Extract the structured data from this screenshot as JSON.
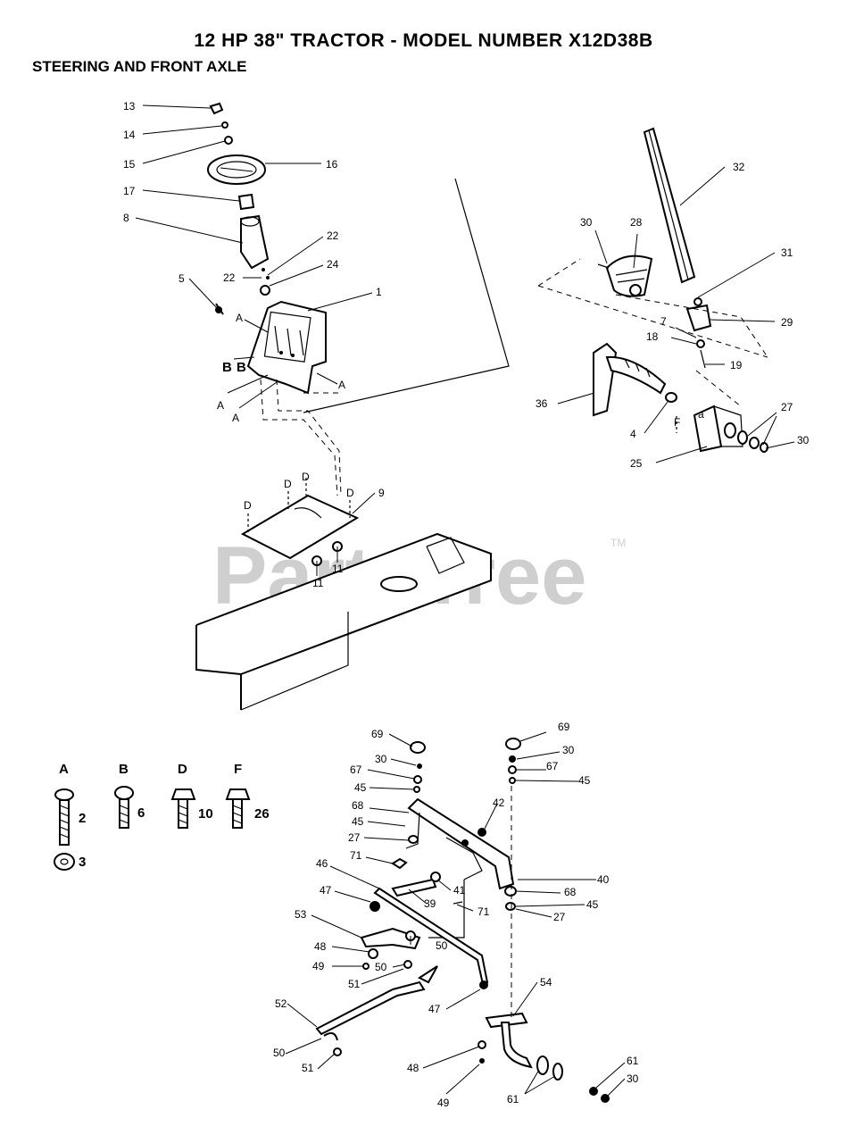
{
  "header": {
    "title": "12 HP 38\" TRACTOR - MODEL NUMBER X12D38B",
    "subtitle": "STEERING AND FRONT AXLE"
  },
  "watermark": {
    "text": "PartsTree",
    "tm": "TM"
  },
  "callouts": {
    "c13": "13",
    "c14": "14",
    "c15": "15",
    "c16": "16",
    "c17": "17",
    "c8": "8",
    "c22a": "22",
    "c22b": "22",
    "c24": "24",
    "c5": "5",
    "c1": "1",
    "cA1": "A",
    "cB1": "B",
    "cB2": "B",
    "cA2": "A",
    "cA3": "A",
    "cA4": "A",
    "cD1": "D",
    "cD2": "D",
    "cD3": "D",
    "cD4": "D",
    "c9": "9",
    "c11a": "11",
    "c11b": "11",
    "c32": "32",
    "c30a": "30",
    "c28": "28",
    "c31": "31",
    "c29": "29",
    "c7": "7",
    "c18": "18",
    "c19": "19",
    "c36": "36",
    "c4": "4",
    "cF": "F",
    "c27a": "27",
    "c30b": "30",
    "c25": "25",
    "c69a": "69",
    "c30c": "30",
    "c67a": "67",
    "c45a": "45",
    "c68a": "68",
    "c45b": "45",
    "c27b": "27",
    "c71a": "71",
    "c42": "42",
    "c69b": "69",
    "c30d": "30",
    "c67b": "67",
    "c45c": "45",
    "c40": "40",
    "c68b": "68",
    "c45d": "45",
    "c27c": "27",
    "c71b": "71",
    "c41": "41",
    "c39": "39",
    "c46": "46",
    "c47a": "47",
    "c53": "53",
    "c48a": "48",
    "c49a": "49",
    "c50a": "50",
    "c50b": "50",
    "c51a": "51",
    "c52": "52",
    "c47b": "47",
    "c50c": "50",
    "c51b": "51",
    "c54": "54",
    "c48b": "48",
    "c49b": "49",
    "c61a": "61",
    "c61b": "61",
    "c30e": "30"
  },
  "hardware_key": {
    "A": {
      "letter": "A",
      "parts": [
        "2",
        "3"
      ]
    },
    "B": {
      "letter": "B",
      "parts": [
        "6"
      ]
    },
    "D": {
      "letter": "D",
      "parts": [
        "10"
      ]
    },
    "F": {
      "letter": "F",
      "parts": [
        "26"
      ]
    }
  }
}
